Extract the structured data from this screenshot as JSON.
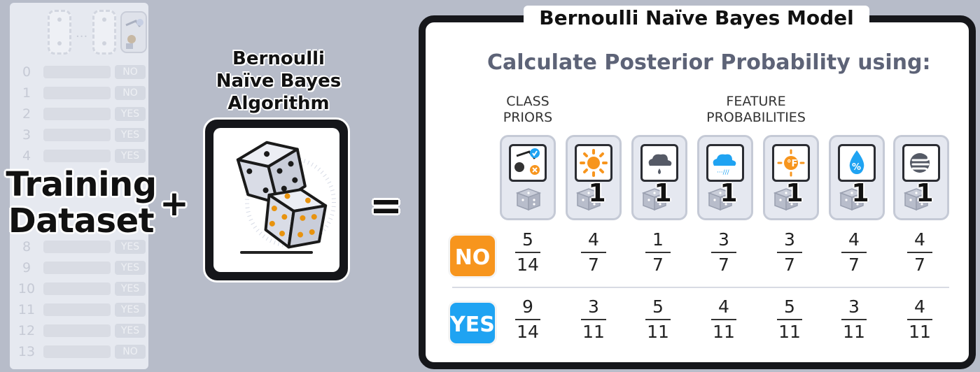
{
  "left": {
    "title_line1": "Training",
    "title_line2": "Dataset",
    "rows": [
      {
        "index": "0",
        "label": "NO"
      },
      {
        "index": "1",
        "label": "NO"
      },
      {
        "index": "2",
        "label": "YES"
      },
      {
        "index": "3",
        "label": "YES"
      },
      {
        "index": "4",
        "label": "YES"
      },
      {
        "index": "8",
        "label": "YES"
      },
      {
        "index": "9",
        "label": "YES"
      },
      {
        "index": "10",
        "label": "YES"
      },
      {
        "index": "11",
        "label": "YES"
      },
      {
        "index": "12",
        "label": "YES"
      },
      {
        "index": "13",
        "label": "NO"
      }
    ],
    "header_ellipsis": "..."
  },
  "operators": {
    "plus": "+",
    "equals": "="
  },
  "algorithm": {
    "title_line1": "Bernoulli",
    "title_line2": "Naïve Bayes",
    "title_line3": "Algorithm"
  },
  "model": {
    "title": "Bernoulli Naïve Bayes Model",
    "subtitle": "Calculate Posterior Probability using:",
    "class_priors_label_1": "CLASS",
    "class_priors_label_2": "PRIORS",
    "feature_label_1": "FEATURE",
    "feature_label_2": "PROBABILITIES",
    "features": [
      {
        "icon": "golf-outcome-icon",
        "value": ""
      },
      {
        "icon": "sun-icon",
        "value": "1"
      },
      {
        "icon": "cloud-rain-icon",
        "value": "1"
      },
      {
        "icon": "cloud-snow-icon",
        "value": "1"
      },
      {
        "icon": "hot-temperature-icon",
        "value": "1"
      },
      {
        "icon": "humidity-drop-icon",
        "value": "1"
      },
      {
        "icon": "wind-icon",
        "value": "1"
      }
    ],
    "classes": [
      {
        "label": "NO",
        "color": "#f7951d",
        "fractions": [
          {
            "num": "5",
            "den": "14"
          },
          {
            "num": "4",
            "den": "7"
          },
          {
            "num": "1",
            "den": "7"
          },
          {
            "num": "3",
            "den": "7"
          },
          {
            "num": "3",
            "den": "7"
          },
          {
            "num": "4",
            "den": "7"
          },
          {
            "num": "4",
            "den": "7"
          }
        ]
      },
      {
        "label": "YES",
        "color": "#1fa3f2",
        "fractions": [
          {
            "num": "9",
            "den": "14"
          },
          {
            "num": "3",
            "den": "11"
          },
          {
            "num": "5",
            "den": "11"
          },
          {
            "num": "4",
            "den": "11"
          },
          {
            "num": "5",
            "den": "11"
          },
          {
            "num": "3",
            "den": "11"
          },
          {
            "num": "4",
            "den": "11"
          }
        ]
      }
    ]
  },
  "colors": {
    "background": "#b7bcc9",
    "no_class": "#f7951d",
    "yes_class": "#1fa3f2",
    "heading_gray": "#5d6377"
  }
}
